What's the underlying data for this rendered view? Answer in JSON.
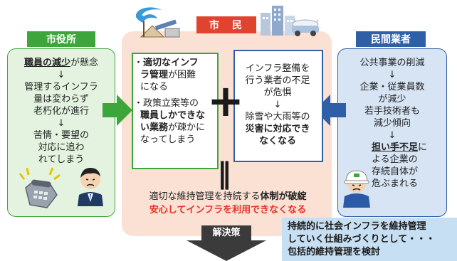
{
  "city_office": {
    "title": "市役所",
    "staff_reduction": "職員の減少",
    "concern": "が懸念",
    "arrow": "↓",
    "managed_line1": "管理するインフラ",
    "managed_line2": "量は変わらず",
    "managed_line3": "老朽化が進行",
    "complaint_line1": "苦情・要望の",
    "complaint_line2": "対応に追わ",
    "complaint_line3": "れてしまう"
  },
  "citizens": {
    "title": "市　民",
    "left_box": {
      "bullet": "・",
      "l1_bold": "適切なインフ",
      "l2_bold": "ラ管理",
      "l2_rest": "が困難",
      "l3": "になる",
      "l4": "政策立案等の",
      "l5_bold": "職員しかできな",
      "l6_bold": "い業務",
      "l6_rest": "が疎かに",
      "l7": "なってしまう"
    },
    "right_box": {
      "l1": "インフラ整備を",
      "l2": "行う業者の不足",
      "l3": "が危惧",
      "arrow": "↓",
      "l4": "除雪や大雨等の",
      "l5_bold": "災害に対応でき",
      "l6_bold": "なくなる"
    },
    "plus": "+",
    "equals": "‖",
    "result_line1_normal": "適切な維持管理を持続する",
    "result_line1_bold": "体制が破綻",
    "result_line2": "安心してインフラを利用できなくなる"
  },
  "private_sector": {
    "title": "民間業者",
    "l1": "公共事業の削減",
    "arrow": "↓",
    "l2": "企業・従業員数",
    "l3": "が減少",
    "l4": "若手技術者も",
    "l5": "減少傾向",
    "l6_bold": "担い手不足",
    "l6_rest": "に",
    "l7": "よる企業の",
    "l8": "存続自体が",
    "l9": "危ぶまれる"
  },
  "solution": {
    "label": "解決策",
    "line1": "持続的に社会インフラを維持管理",
    "line2": "していく仕組みづくりとして・・・",
    "line3": "包括的維持管理を検討"
  },
  "colors": {
    "green": "#3da63b",
    "green_bg": "#e4f3e0",
    "blue": "#2f5fa7",
    "blue_bg": "#d6e4f4",
    "red": "#e53122",
    "salmon": "#fbe1d4",
    "title_red": "#e0442f"
  }
}
